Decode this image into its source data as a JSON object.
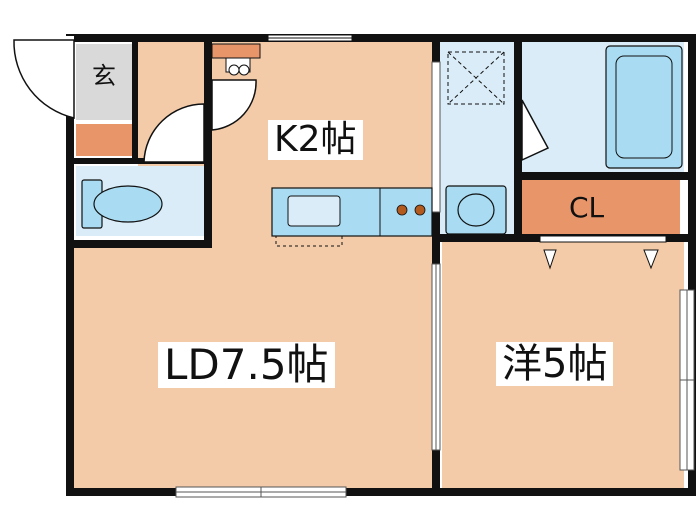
{
  "rooms": {
    "entrance": "玄",
    "kitchen": "K2帖",
    "living_dining": "LD7.5帖",
    "western_room": "洋5帖",
    "closet": "CL"
  },
  "colors": {
    "floor": "#f3cba8",
    "wet_area": "#d9ecf7",
    "fixture": "#a9dcf2",
    "storage": "#e8956a",
    "entrance_floor": "#d9d9d9",
    "wall": "#111111"
  }
}
